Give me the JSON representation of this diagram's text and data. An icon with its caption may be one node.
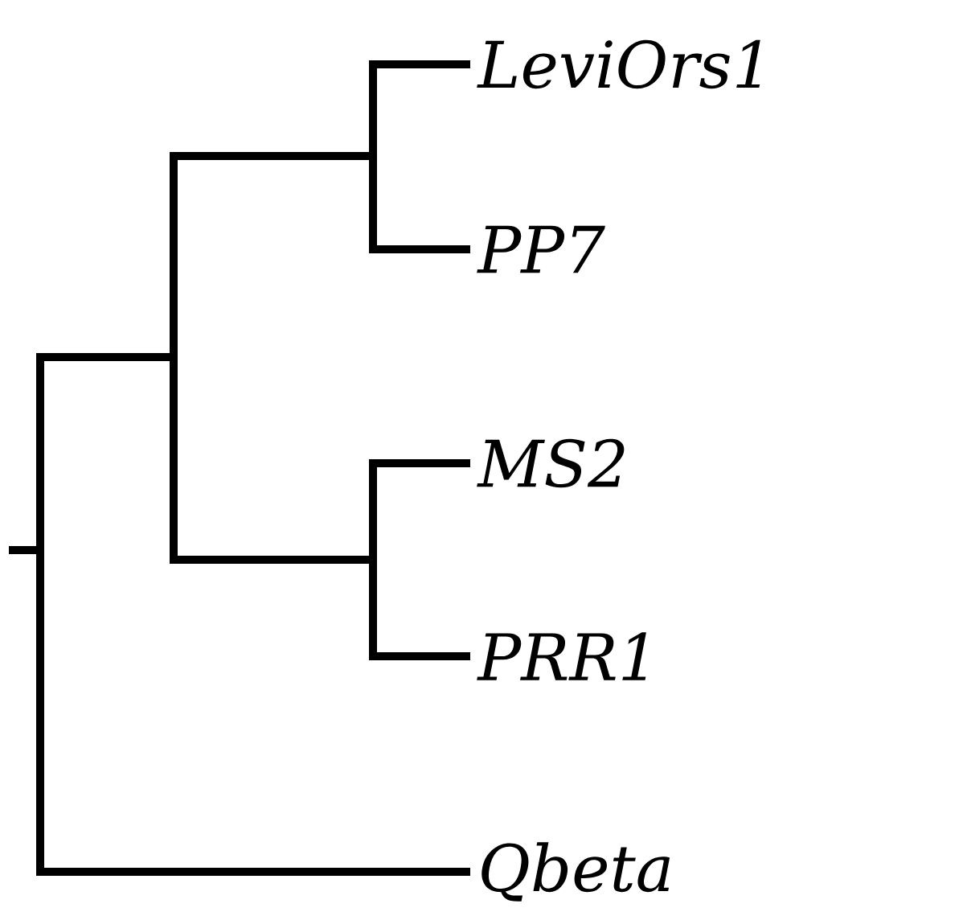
{
  "diagram": {
    "labels": [
      "LeviOrs1",
      "PP7",
      "MS2",
      "PRR1",
      "Qbeta"
    ]
  }
}
